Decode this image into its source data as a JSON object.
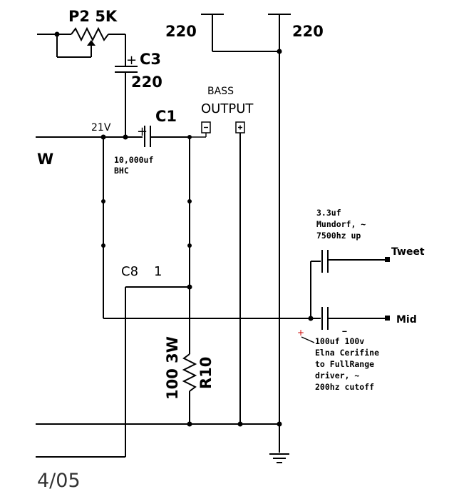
{
  "labels": {
    "p2": "P2 5K",
    "c3_name": "C3",
    "c3_value": "220",
    "top_cap_left": "220",
    "top_cap_right": "220",
    "bass_line1": "BASS",
    "bass_line2": "OUTPUT",
    "voltage": "21V",
    "c1_name": "C1",
    "c1_value": "10,000uf",
    "c1_type": "BHC",
    "w_label": "W",
    "c8": "C8",
    "c8_pin": "1",
    "r10_value": "100 3W",
    "r10_name": "R10",
    "bass_minus": "−",
    "bass_plus": "+",
    "date": "4/05"
  },
  "tweeter_note": [
    "3.3uf",
    "Mundorf, ~",
    "7500hz up"
  ],
  "tweeter_label": "Tweet",
  "mid_note": [
    "100uf 100v",
    "Elna Cerifine",
    "to FullRange",
    "driver, ~",
    "200hz cutoff"
  ],
  "mid_label": "Mid",
  "polarity": {
    "plus": "+",
    "minus": "−"
  },
  "colors": {
    "ink": "#000000",
    "polarity_mark": "#cc0000",
    "background": "#ffffff"
  }
}
